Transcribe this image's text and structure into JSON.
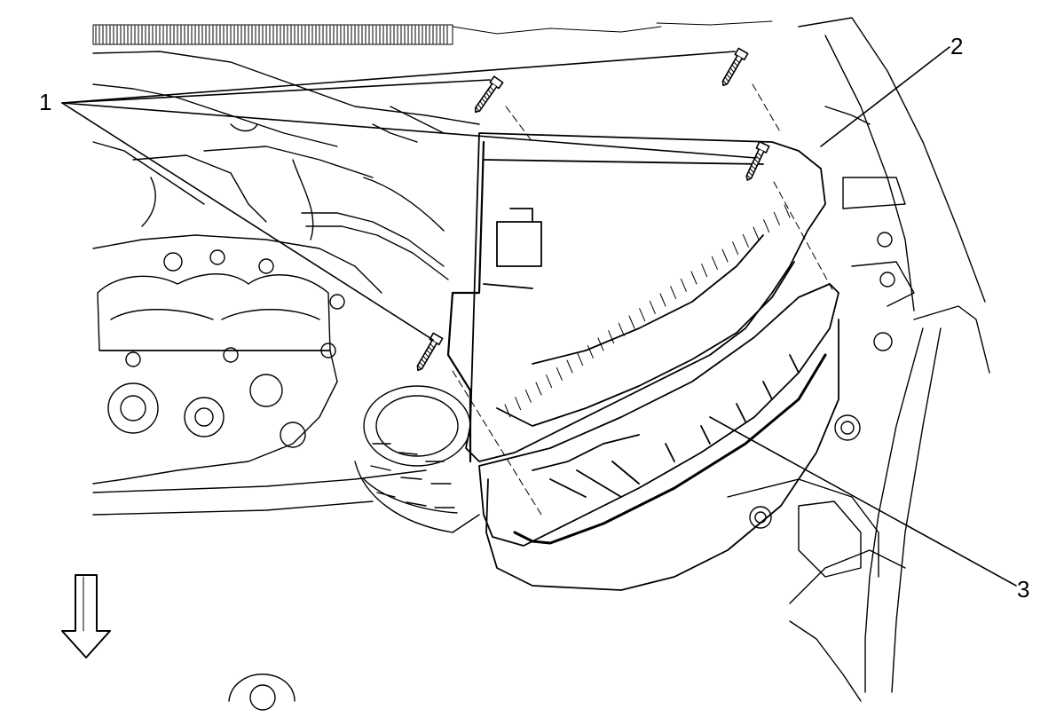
{
  "callouts": [
    {
      "id": "1",
      "text": "1"
    },
    {
      "id": "2",
      "text": "2"
    },
    {
      "id": "3",
      "text": "3"
    }
  ],
  "icons": {
    "direction_arrow": "down-arrow-icon",
    "fastener": "bolt-icon"
  },
  "colors": {
    "line": "#000000",
    "background": "#ffffff"
  }
}
